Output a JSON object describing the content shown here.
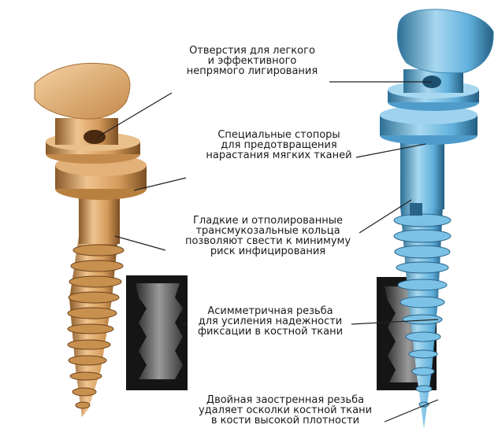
{
  "callouts": [
    {
      "id": "holes",
      "lines": [
        "Отверстия для легкого",
        "и эффективного",
        "непрямого лигирования"
      ]
    },
    {
      "id": "stoppers",
      "lines": [
        "Специальные стопоры",
        "для предотвращения",
        "нарастания мягких тканей"
      ]
    },
    {
      "id": "rings",
      "lines": [
        "Гладкие и отполированные",
        "трансмукозальные кольца",
        "позволяют свести к минимуму",
        "риск инфицирования"
      ]
    },
    {
      "id": "thread",
      "lines": [
        "Асимметричная резьба",
        "для усиления надежности",
        "фиксации в костной ткани"
      ]
    },
    {
      "id": "tip",
      "lines": [
        "Двойная заостренная резьба",
        "удаляет осколки костной ткани",
        "в кости высокой плотности"
      ]
    }
  ],
  "colors": {
    "gold_light": "#f0c48f",
    "gold_mid": "#d49a5a",
    "gold_dark": "#8a5a2a",
    "blue_light": "#a8d8f0",
    "blue_mid": "#5fb0dc",
    "blue_dark": "#2d6f95",
    "xray_bg": "#1a1a1a",
    "xray_bone": "#8c8c8c"
  }
}
